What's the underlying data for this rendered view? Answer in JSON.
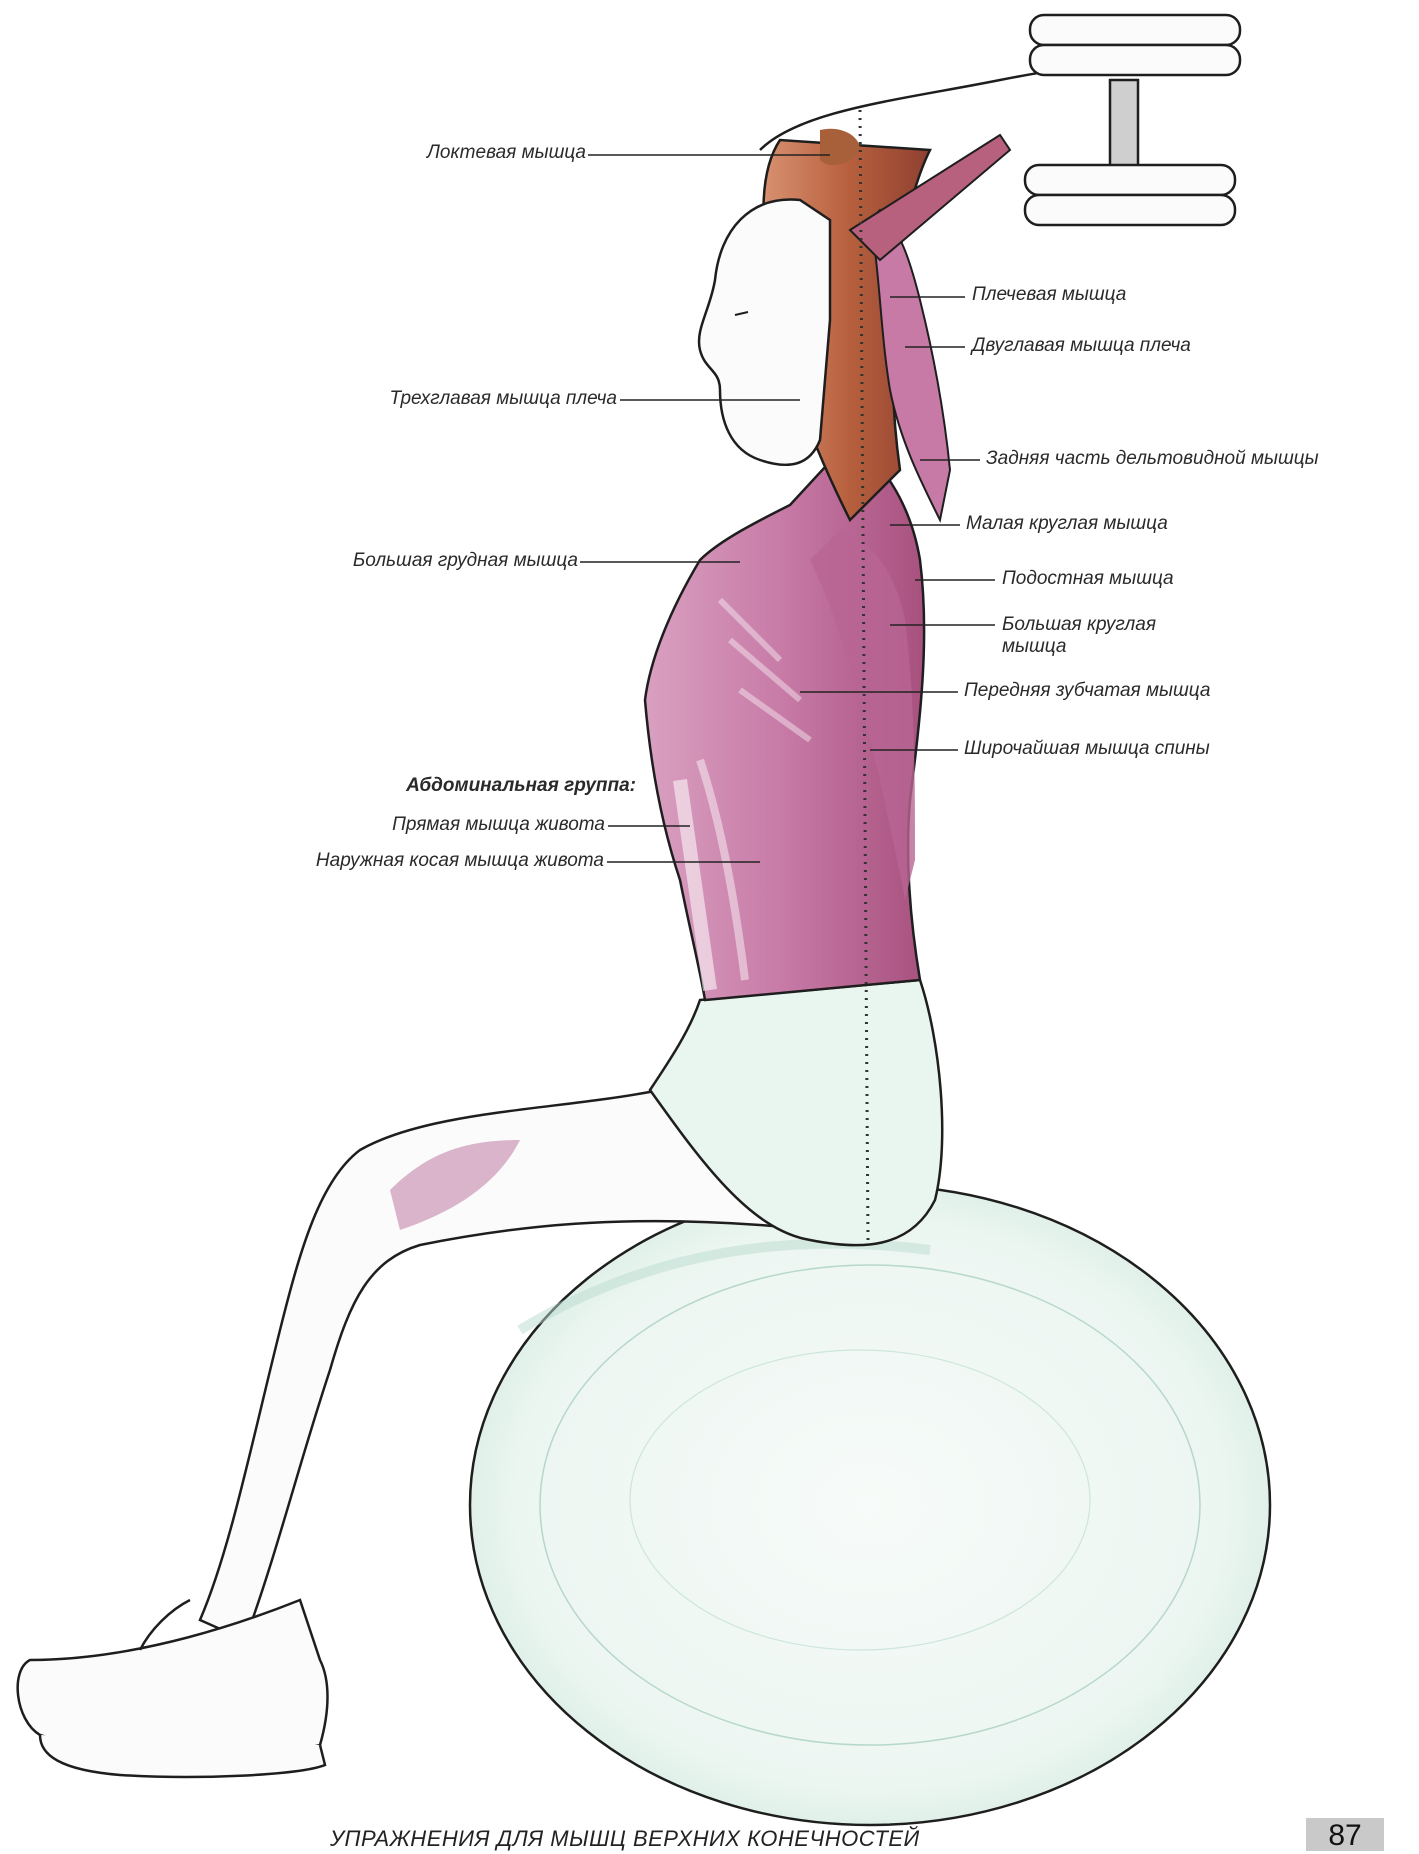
{
  "labels": {
    "anconeus": "Локтевая мышца",
    "brachialis": "Плечевая мышца",
    "biceps": "Двуглавая мышца плеча",
    "triceps": "Трехглавая мышца плеча",
    "posterior_deltoid": "Задняя часть дельтовидной мышцы",
    "pectoralis_major": "Большая грудная мышца",
    "teres_minor": "Малая круглая мышца",
    "infraspinatus": "Подостная мышца",
    "teres_major_line1": "Большая круглая",
    "teres_major_line2": "мышца",
    "serratus_anterior": "Передняя зубчатая мышца",
    "latissimus_dorsi": "Широчайшая мышца спины",
    "abdominal_group_heading": "Абдоминальная группа:",
    "rectus_abdominis": "Прямая мышца живота",
    "external_oblique": "Наружная косая мышца живота"
  },
  "footer": {
    "title": "УПРАЖНЕНИЯ ДЛЯ МЫШЦ ВЕРХНИХ КОНЕЧНОСТЕЙ",
    "page_number": "87"
  },
  "colors": {
    "muscle_pink": "#c77aa6",
    "muscle_dark": "#9b3f74",
    "triceps_brown": "#b8613f",
    "ball_mint": "#dff1ea",
    "outline": "#1e1e1e",
    "page_number_box": "#c9c9c9"
  },
  "icons": {
    "dumbbell": "dumbbell-icon"
  }
}
